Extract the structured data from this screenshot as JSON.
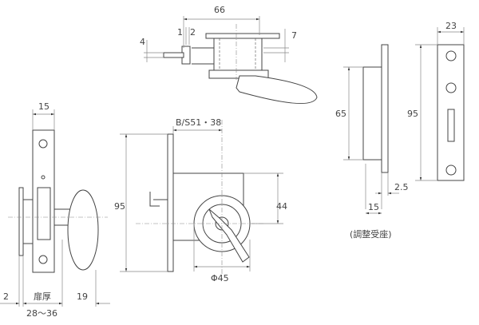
{
  "top_view": {
    "width": "66",
    "pin_1": "1",
    "pin_2": "2",
    "height_4": "4",
    "height_7": "7"
  },
  "strike": {
    "width": "23",
    "height_65": "65",
    "height_95": "95",
    "offset": "2.5",
    "depth": "15",
    "caption": "(調整受座)"
  },
  "side_view": {
    "width": "15",
    "left_offset": "2",
    "door_label": "扉厚",
    "door_range": "28～36",
    "knob": "19"
  },
  "front_view": {
    "backset": "B/S51・38",
    "height": "95",
    "center": "44",
    "diameter": "Φ45"
  }
}
